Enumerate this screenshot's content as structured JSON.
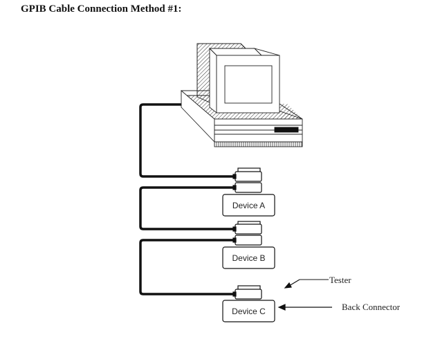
{
  "title": "GPIB Cable Connection Method #1:",
  "diagram": {
    "computer": {
      "name": "Computer / Controller"
    },
    "devices": [
      {
        "label": "Device A",
        "connectors": 2
      },
      {
        "label": "Device B",
        "connectors": 2
      },
      {
        "label": "Device C",
        "connectors": 1
      }
    ],
    "annotations": {
      "tester": "Tester",
      "back_connector": "Back Connector"
    },
    "colors": {
      "line": "#111111",
      "background": "#ffffff"
    }
  }
}
